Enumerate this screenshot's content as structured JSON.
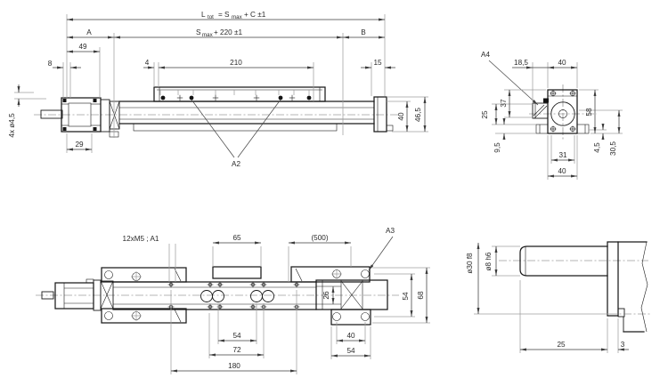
{
  "page": {
    "background": "#ffffff",
    "line_color": "#1a1a1a",
    "dimension_color": "#3d3d3d",
    "extension_color": "#9f9f9f"
  },
  "side_view": {
    "dim_total_1": "L",
    "dim_total_sub1": "tot",
    "dim_total_2": "= S",
    "dim_total_sub2": "max",
    "dim_total_3": "+ C ±1",
    "dim_stroke_1": "S",
    "dim_stroke_sub1": "max",
    "dim_stroke_2": "+ 220 ±1",
    "dim_a": "A",
    "dim_b": "B",
    "dim_49": "49",
    "dim_8": "8",
    "dim_4": "4",
    "dim_210": "210",
    "dim_15": "15",
    "dim_40": "40",
    "dim_46_5": "46,5",
    "label_holes": "4x ø4,5",
    "dim_29": "29",
    "label_a2": "A2"
  },
  "end_view": {
    "label_a4": "A4",
    "dim_18_5": "18,5",
    "dim_40_top": "40",
    "dim_37": "37",
    "dim_25": "25",
    "dim_9_5": "9,5",
    "dim_58": "58",
    "dim_4_5": "4,5",
    "dim_30_5": "30,5",
    "dim_31": "31",
    "dim_40_bottom": "40"
  },
  "plan_view": {
    "label_thread": "12xM5 ; A1",
    "dim_65": "65",
    "dim_500": "(500)",
    "label_a3": "A3",
    "dim_26": "26",
    "dim_54_height": "54",
    "dim_68": "68",
    "dim_54_rollers": "54",
    "dim_72": "72",
    "dim_180": "180",
    "dim_40": "40",
    "dim_54_plate": "54"
  },
  "shaft_detail": {
    "dim_d30": "ø30 f8",
    "dim_d8": "ø8 h6",
    "dim_25": "25",
    "dim_3": "3"
  }
}
